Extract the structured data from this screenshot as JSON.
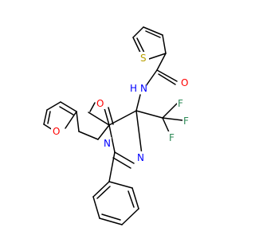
{
  "molecule": {
    "atom_labels": {
      "S": "S",
      "O_amide": "O",
      "NH": "N",
      "H": "H",
      "O_ring": "O",
      "O_furan": "O",
      "N_ring1": "N",
      "N_ring2": "N",
      "F1": "F",
      "F2": "F",
      "F3": "F"
    },
    "colors": {
      "bond": "#000000",
      "S": "#b8a000",
      "O": "#ff0000",
      "N": "#0000ff",
      "F": "#2e8b57"
    }
  }
}
